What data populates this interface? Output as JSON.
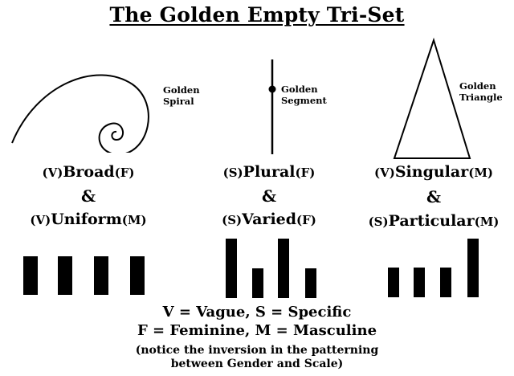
{
  "title": "The Golden Empty Tri-Set",
  "figures": {
    "spiral_label_1": "Golden",
    "spiral_label_2": "Spiral",
    "segment_label_1": "Golden",
    "segment_label_2": "Segment",
    "triangle_label_1": "Golden",
    "triangle_label_2": "Triangle"
  },
  "columns": [
    {
      "line1_pre": "(V)",
      "line1_word": "Broad",
      "line1_post": "(F)",
      "amp": "&",
      "line2_pre": "(V)",
      "line2_word": "Uniform",
      "line2_post": "(M)",
      "bar_heights": [
        1,
        1,
        1,
        1
      ]
    },
    {
      "line1_pre": "(S)",
      "line1_word": "Plural",
      "line1_post": "(F)",
      "amp": "&",
      "line2_pre": "(S)",
      "line2_word": "Varied",
      "line2_post": "(F)",
      "bar_heights": [
        1,
        0.5,
        1,
        0.5
      ]
    },
    {
      "line1_pre": "(V)",
      "line1_word": "Singular",
      "line1_post": "(M)",
      "amp": "&",
      "line2_pre": "(S)",
      "line2_word": "Particular",
      "line2_post": "(M)",
      "bar_heights": [
        0.5,
        0.5,
        0.5,
        1
      ]
    }
  ],
  "footer": {
    "line1": "V = Vague, S = Specific",
    "line2": "F = Feminine, M = Masculine",
    "line3": "(notice the inversion in the patterning",
    "line4": "between Gender and Scale)"
  }
}
